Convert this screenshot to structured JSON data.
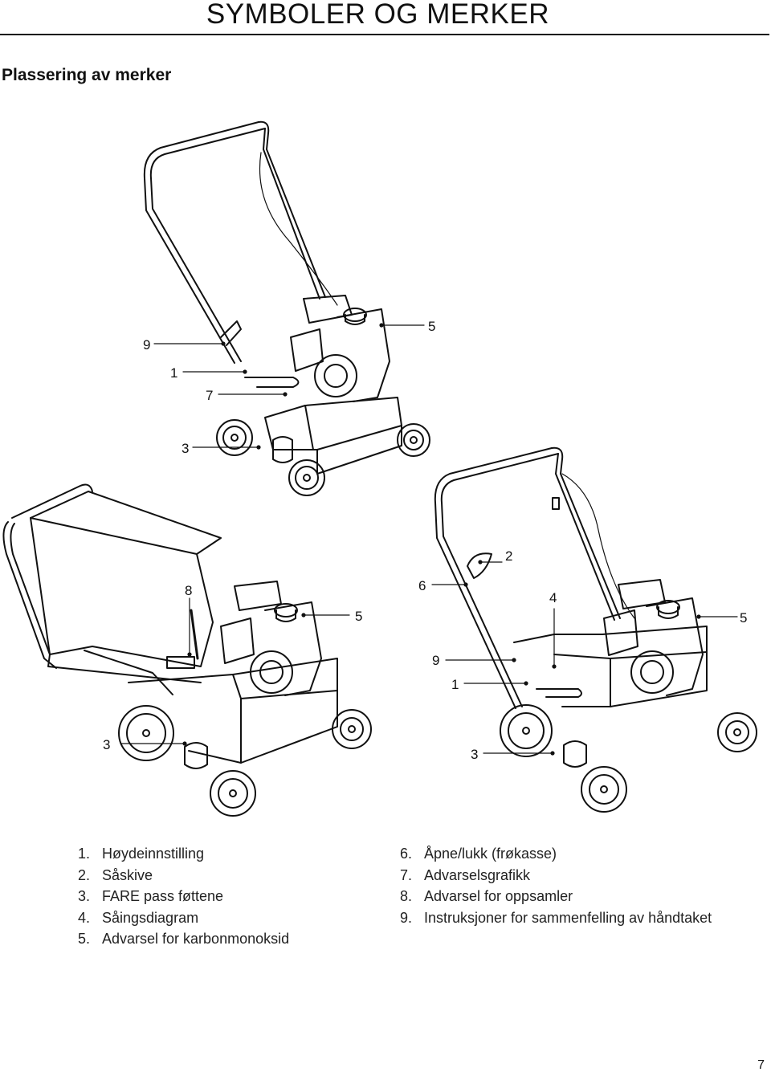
{
  "header": {
    "title": "SYMBOLER OG MERKER"
  },
  "section": {
    "title": "Plassering av merker"
  },
  "figure": {
    "top_machine_callouts": [
      "9",
      "1",
      "7",
      "3",
      "5"
    ],
    "left_machine_callouts": [
      "8",
      "5",
      "3"
    ],
    "right_machine_callouts": [
      "6",
      "2",
      "4",
      "5",
      "9",
      "1",
      "3"
    ]
  },
  "legend_left": [
    {
      "num": "1.",
      "text": "Høydeinnstilling"
    },
    {
      "num": "2.",
      "text": "Såskive"
    },
    {
      "num": "3.",
      "text": "FARE pass føttene"
    },
    {
      "num": "4.",
      "text": "Såingsdiagram"
    },
    {
      "num": "5.",
      "text": "Advarsel for karbonmonoksid"
    }
  ],
  "legend_right": [
    {
      "num": "6.",
      "text": "Åpne/lukk (frøkasse)"
    },
    {
      "num": "7.",
      "text": "Advarselsgrafikk"
    },
    {
      "num": "8.",
      "text": "Advarsel for oppsamler"
    },
    {
      "num": "9.",
      "text": "Instruksjoner for sammenfelling av håndtaket"
    }
  ],
  "page_number": "7",
  "colors": {
    "line": "#111111",
    "background": "#ffffff"
  }
}
